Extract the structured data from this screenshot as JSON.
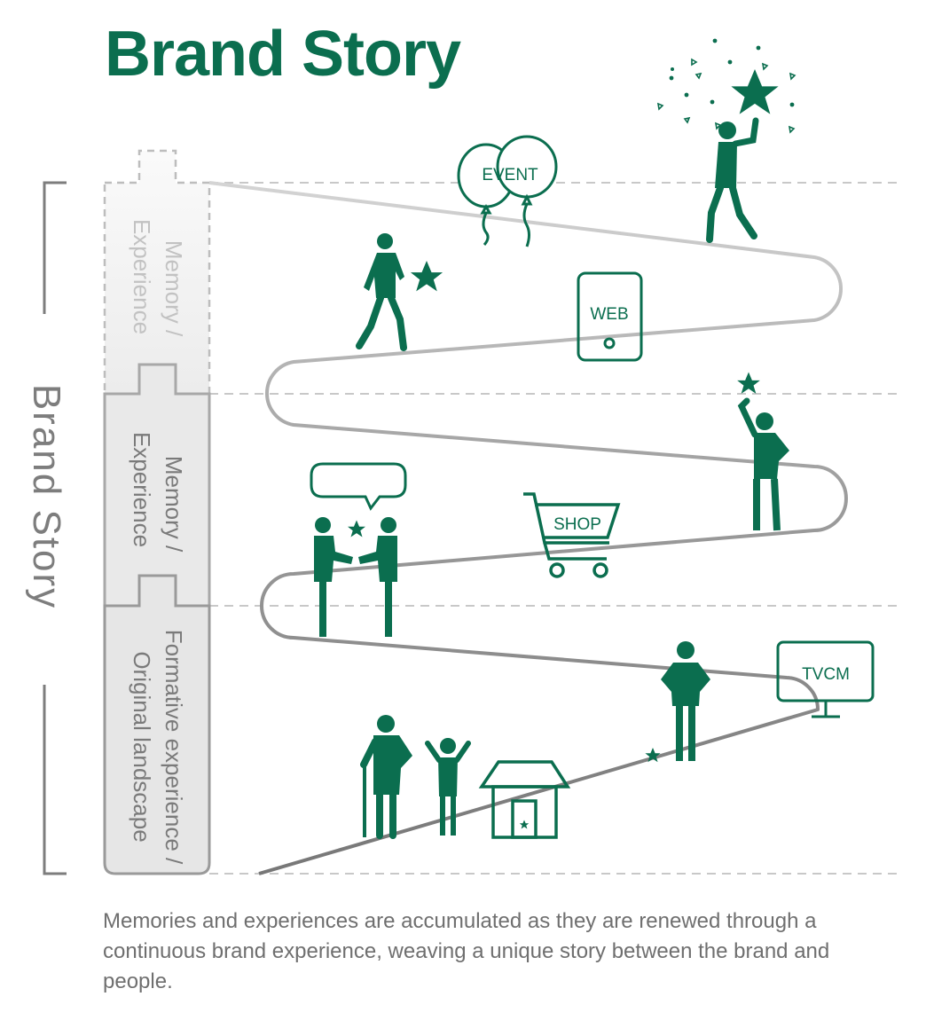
{
  "title": "Brand Story",
  "side_label": "Brand Story",
  "layers": [
    {
      "line1": "Memory /",
      "line2": "Experience"
    },
    {
      "line1": "Memory /",
      "line2": "Experience"
    },
    {
      "line1": "Formative experience /",
      "line2": "Original landscape"
    }
  ],
  "touchpoints": {
    "event": "EVENT",
    "web": "WEB",
    "shop": "SHOP",
    "tvcm": "TVCM"
  },
  "caption": "Memories and experiences are accumulated as they are renewed through a continuous brand experience, weaving a unique story between the brand and people.",
  "colors": {
    "brand_green": "#0b6e4f",
    "path_dark": "#7a7a7a",
    "path_light": "#cfcfcf",
    "caption_gray": "#6f6f6f"
  }
}
